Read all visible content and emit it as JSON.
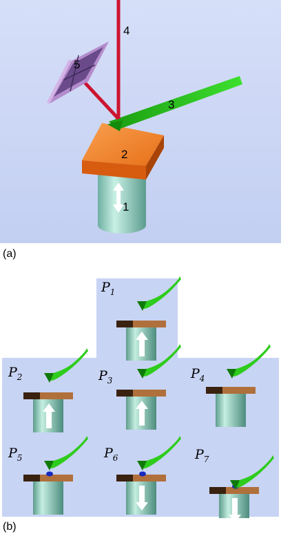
{
  "figure": {
    "panel_a": {
      "label": "(a)",
      "callouts": [
        "1",
        "2",
        "3",
        "4",
        "5"
      ]
    },
    "panel_b": {
      "label": "(b)",
      "positions": [
        {
          "letter": "P",
          "sub": "1"
        },
        {
          "letter": "P",
          "sub": "2"
        },
        {
          "letter": "P",
          "sub": "3"
        },
        {
          "letter": "P",
          "sub": "4"
        },
        {
          "letter": "P",
          "sub": "5"
        },
        {
          "letter": "P",
          "sub": "6"
        },
        {
          "letter": "P",
          "sub": "7"
        }
      ]
    }
  },
  "colors": {
    "background": "#c8d4f4",
    "cylinder": "#a4dccc",
    "stage": "#f08028",
    "stage_dark": "#b04810",
    "cantilever": "#2ecc1c",
    "laser": "#cc1430",
    "detector": "#c89ad8",
    "tip_blue": "#1828c0",
    "arrow": "#ffffff"
  },
  "icons": [
    "up-arrow-icon",
    "down-arrow-icon",
    "double-arrow-icon"
  ]
}
